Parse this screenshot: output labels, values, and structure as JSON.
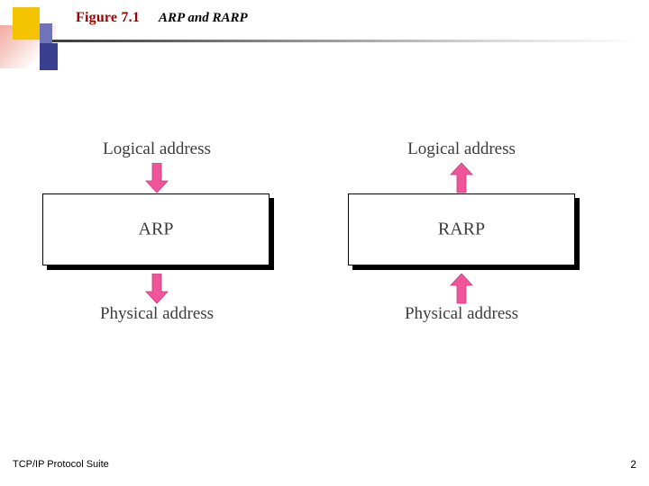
{
  "header": {
    "figure_label": "Figure 7.1",
    "figure_title": "ARP and RARP"
  },
  "diagram": {
    "columns": [
      {
        "top_label": "Logical address",
        "box_label": "ARP",
        "bottom_label": "Physical address",
        "top_arrow_direction": "down",
        "bottom_arrow_direction": "down"
      },
      {
        "top_label": "Logical address",
        "box_label": "RARP",
        "bottom_label": "Physical address",
        "top_arrow_direction": "up",
        "bottom_arrow_direction": "up"
      }
    ],
    "arrow_color": "#f0559a",
    "box_border_color": "#000000",
    "text_color": "#3c3c3c"
  },
  "footer": {
    "source": "TCP/IP Protocol Suite",
    "page_number": "2"
  },
  "theme": {
    "accent_red": "#9b0000",
    "accent_yellow": "#f5c400",
    "accent_blue": "#3b3f8f"
  }
}
